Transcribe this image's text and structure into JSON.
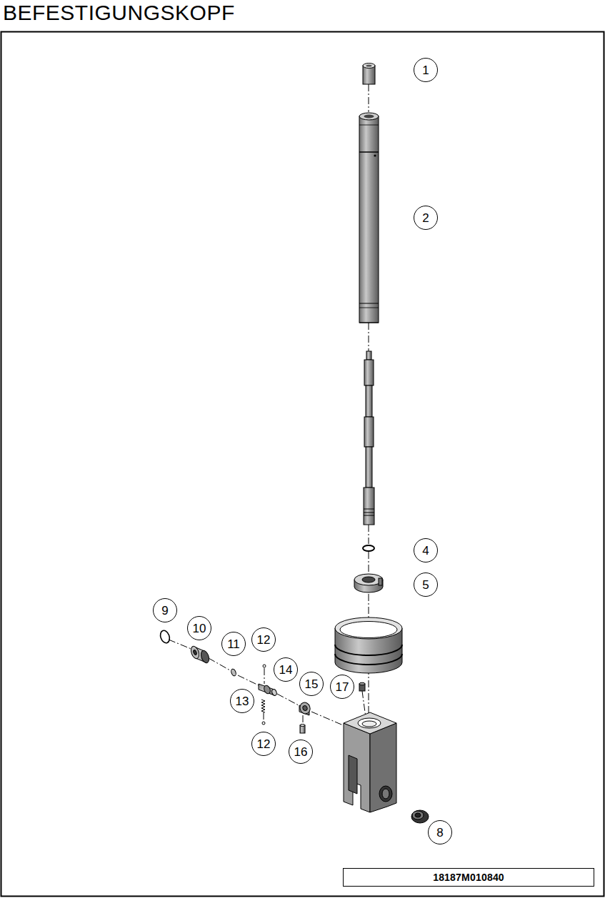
{
  "diagram": {
    "title": "BEFESTIGUNGSKOPF",
    "nodes": [
      {
        "text": [
          "18187M010840"
        ]
      }
    ],
    "labels": [
      "1",
      "2",
      "4",
      "5",
      "9",
      "10",
      "11",
      "12",
      "14",
      "15",
      "17",
      "13",
      "12",
      "16",
      "8"
    ]
  }
}
